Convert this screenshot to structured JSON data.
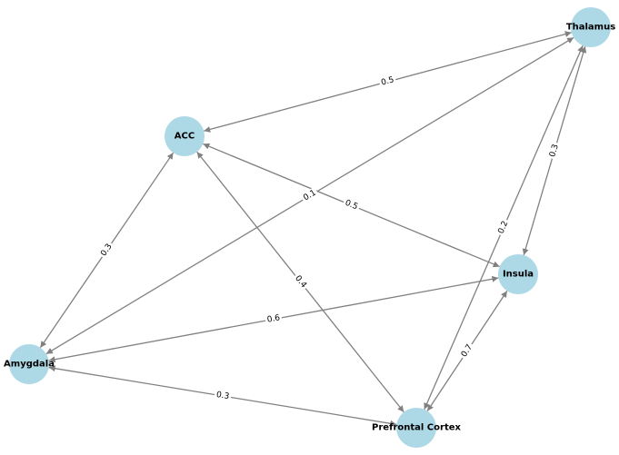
{
  "colors": {
    "node_fill": "#add8e6",
    "edge": "#808080",
    "label": "#000000"
  },
  "nodes": [
    {
      "id": "acc",
      "label": "ACC"
    },
    {
      "id": "thalamus",
      "label": "Thalamus"
    },
    {
      "id": "insula",
      "label": "Insula"
    },
    {
      "id": "amygdala",
      "label": "Amygdala"
    },
    {
      "id": "pfc",
      "label": "Prefrontal Cortex"
    }
  ],
  "edges": [
    {
      "from": "acc",
      "to": "thalamus",
      "weight": "0.5"
    },
    {
      "from": "acc",
      "to": "insula",
      "weight": "0.5"
    },
    {
      "from": "acc",
      "to": "amygdala",
      "weight": "0.3"
    },
    {
      "from": "acc",
      "to": "pfc",
      "weight": "0.4"
    },
    {
      "from": "thalamus",
      "to": "insula",
      "weight": "0.3"
    },
    {
      "from": "thalamus",
      "to": "amygdala",
      "weight": "0.1"
    },
    {
      "from": "thalamus",
      "to": "pfc",
      "weight": "0.2"
    },
    {
      "from": "insula",
      "to": "amygdala",
      "weight": "0.6"
    },
    {
      "from": "insula",
      "to": "pfc",
      "weight": "0.7"
    },
    {
      "from": "amygdala",
      "to": "pfc",
      "weight": "0.3"
    }
  ]
}
